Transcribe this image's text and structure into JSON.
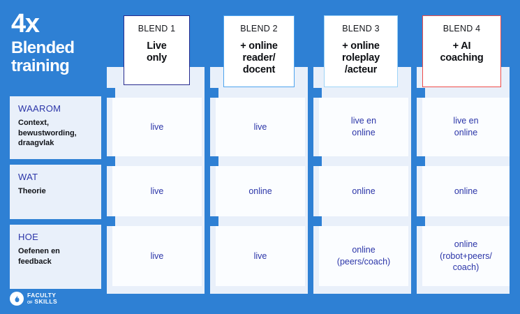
{
  "title": {
    "big": "4x",
    "sub_line1": "Blended",
    "sub_line2": "training"
  },
  "colors": {
    "background_blue": "#2e80d4",
    "column_light": "#e9f0fa",
    "cell_white": "#fbfdff",
    "text_navy": "#2b35a8",
    "blend1_border": "#262a8e",
    "blend2_border": "#4da3ee",
    "blend3_border": "#9ed4f7",
    "blend4_border": "#ef4b48"
  },
  "blends": [
    {
      "name": "BLEND 1",
      "desc": "Live\nonly",
      "border": "#262a8e"
    },
    {
      "name": "BLEND 2",
      "desc": "+ online\nreader/\ndocent",
      "border": "#4da3ee"
    },
    {
      "name": "BLEND 3",
      "desc": "+ online\nroleplay\n/acteur",
      "border": "#9ed4f7"
    },
    {
      "name": "BLEND 4",
      "desc": "+ AI\ncoaching",
      "border": "#ef4b48"
    }
  ],
  "rows": [
    {
      "kicker": "WAAROM",
      "desc": "Context,\nbewustwording,\ndraagvlak",
      "cells": [
        "live",
        "live",
        "live en\nonline",
        "live en\nonline"
      ]
    },
    {
      "kicker": "WAT",
      "desc": "Theorie",
      "cells": [
        "live",
        "online",
        "online",
        "online"
      ]
    },
    {
      "kicker": "HOE",
      "desc": "Oefenen en\nfeedback",
      "cells": [
        "live",
        "live",
        "online\n(peers/coach)",
        "online\n(robot+peers/\ncoach)"
      ]
    }
  ],
  "logo": {
    "line1": "FACULTY",
    "of": "OF",
    "line2": "SKILLS",
    "icon": "flame-icon"
  }
}
